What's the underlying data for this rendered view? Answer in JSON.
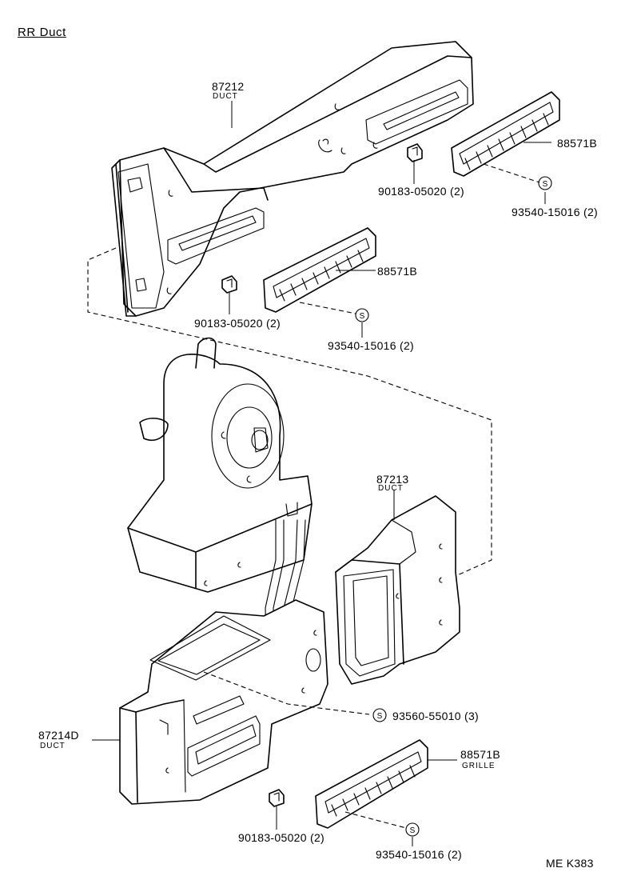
{
  "title": "RR  Duct",
  "footer": "ME  K383",
  "parts": {
    "duct_87212": {
      "number": "87212",
      "name": "DUCT"
    },
    "duct_87213": {
      "number": "87213",
      "name": "DUCT"
    },
    "duct_87214d": {
      "number": "87214D",
      "name": "DUCT"
    },
    "grille_top": {
      "number": "88571B"
    },
    "grille_mid": {
      "number": "88571B"
    },
    "grille_bottom": {
      "number": "88571B",
      "name": "GRILLE"
    }
  },
  "fasteners": {
    "clip_top": "90183-05020 (2)",
    "clip_mid": "90183-05020 (2)",
    "clip_bottom": "90183-05020 (2)",
    "screw_top": "93540-15016 (2)",
    "screw_mid": "93540-15016 (2)",
    "screw_bottom": "93540-15016 (2)",
    "screw_unit": "93560-55010 (3)",
    "screw_symbol": "S"
  }
}
